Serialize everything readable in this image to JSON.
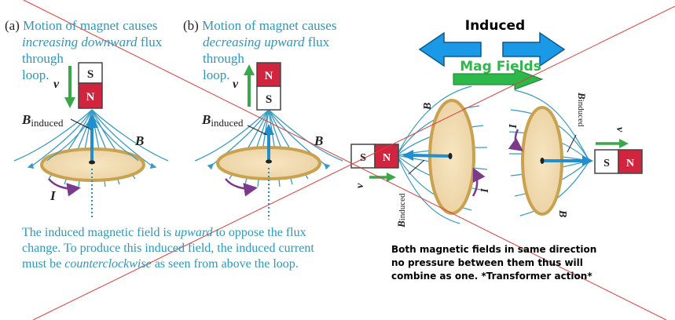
{
  "panel_a": {
    "label": "(a)",
    "caption": {
      "line1": "Motion of magnet causes",
      "line2_italic": "increasing downward",
      "line2_rest": " flux",
      "line3": "through",
      "line4": "loop."
    },
    "v_label": "v",
    "B_induced_label": "B",
    "B_induced_sub": "induced",
    "B_label": "B",
    "I_label": "I",
    "magnet_top": "S",
    "magnet_bottom": "N"
  },
  "panel_b": {
    "label": "(b)",
    "caption": {
      "line1": "Motion of magnet causes",
      "line2_italic": "decreasing upward",
      "line2_rest": " flux",
      "line3": "through",
      "line4": "loop."
    },
    "v_label": "v",
    "B_induced_label": "B",
    "B_induced_sub": "induced",
    "B_label": "B",
    "magnet_top": "N",
    "magnet_bottom": "S"
  },
  "explanation": {
    "part1": "The induced magnetic field is ",
    "upward": "upward",
    "part2": " to oppose the flux",
    "line2": "change.  To produce this induced field, the induced current",
    "line3_a": "must be ",
    "ccw": "counterclockwise",
    "line3_b": " as seen from above the loop."
  },
  "annotations": {
    "induced": "Induced",
    "mag_fields": "Mag Fields",
    "note_line1": "Both magnetic fields in same direction",
    "note_line2": "no pressure between them thus will",
    "note_line3": "combine as one. *Transformer action*"
  },
  "right_diagrams": {
    "magnet1_left": "S",
    "magnet1_right": "N",
    "magnet2_left": "S",
    "magnet2_right": "N",
    "B_label": "B",
    "I_label": "I",
    "B_induced_label": "B",
    "B_induced_sub": "induced",
    "v_label": "v"
  },
  "colors": {
    "caption_blue": "#2f97b8",
    "field_line_blue": "#3a9bc0",
    "magnet_red": "#d0243f",
    "arrow_green": "#3aa84a",
    "loop_fill": "#f3ddb0",
    "loop_edge": "#c9a24f",
    "current_purple": "#7b3a8a",
    "annotation_arrow_blue": "#1a9ae6",
    "annotation_green": "#2db84a",
    "cross_line_red": "#e23b3b"
  }
}
